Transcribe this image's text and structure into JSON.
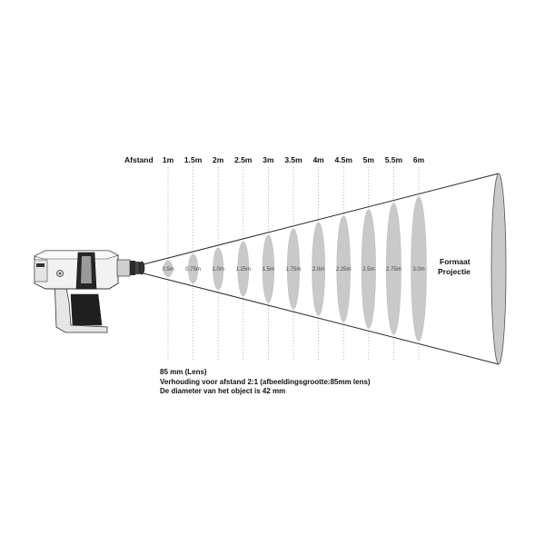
{
  "distance_label": "Afstand",
  "distances": [
    "1m",
    "1.5m",
    "2m",
    "2.5m",
    "3m",
    "3.5m",
    "4m",
    "4.5m",
    "5m",
    "5.5m",
    "6m"
  ],
  "image_sizes": [
    "0.5m",
    "0.75m",
    "1.0m",
    "1.25m",
    "1.5m",
    "1.75m",
    "2.0m",
    "2.25m",
    "2.5m",
    "2.75m",
    "3.0m"
  ],
  "projection_label_line1": "Formaat",
  "projection_label_line2": "Projectie",
  "notes": {
    "line1": "85 mm (Lens)",
    "line2": "Verhouding voor afstand 2:1 (afbeeldingsgrootte:85mm lens)",
    "line3": "De diameter van het object is 42 mm"
  },
  "colors": {
    "beam_outline": "#2b2b2b",
    "ellipse_fill": "#c9c9c9",
    "dotted_line": "#aaaaaa",
    "projector_body": "#f2f2f2"
  }
}
